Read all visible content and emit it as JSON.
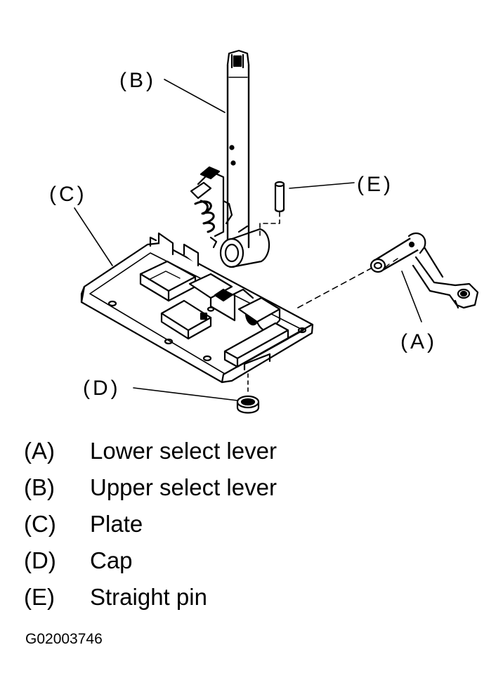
{
  "callouts": {
    "a": "(A)",
    "b": "(B)",
    "c": "(C)",
    "d": "(D)",
    "e": "(E)"
  },
  "legend": [
    {
      "key": "(A)",
      "text": "Lower select lever"
    },
    {
      "key": "(B)",
      "text": "Upper select lever"
    },
    {
      "key": "(C)",
      "text": "Plate"
    },
    {
      "key": "(D)",
      "text": "Cap"
    },
    {
      "key": "(E)",
      "text": "Straight pin"
    }
  ],
  "figure_code": "G02003746",
  "colors": {
    "ink": "#000000",
    "paper": "#ffffff"
  }
}
